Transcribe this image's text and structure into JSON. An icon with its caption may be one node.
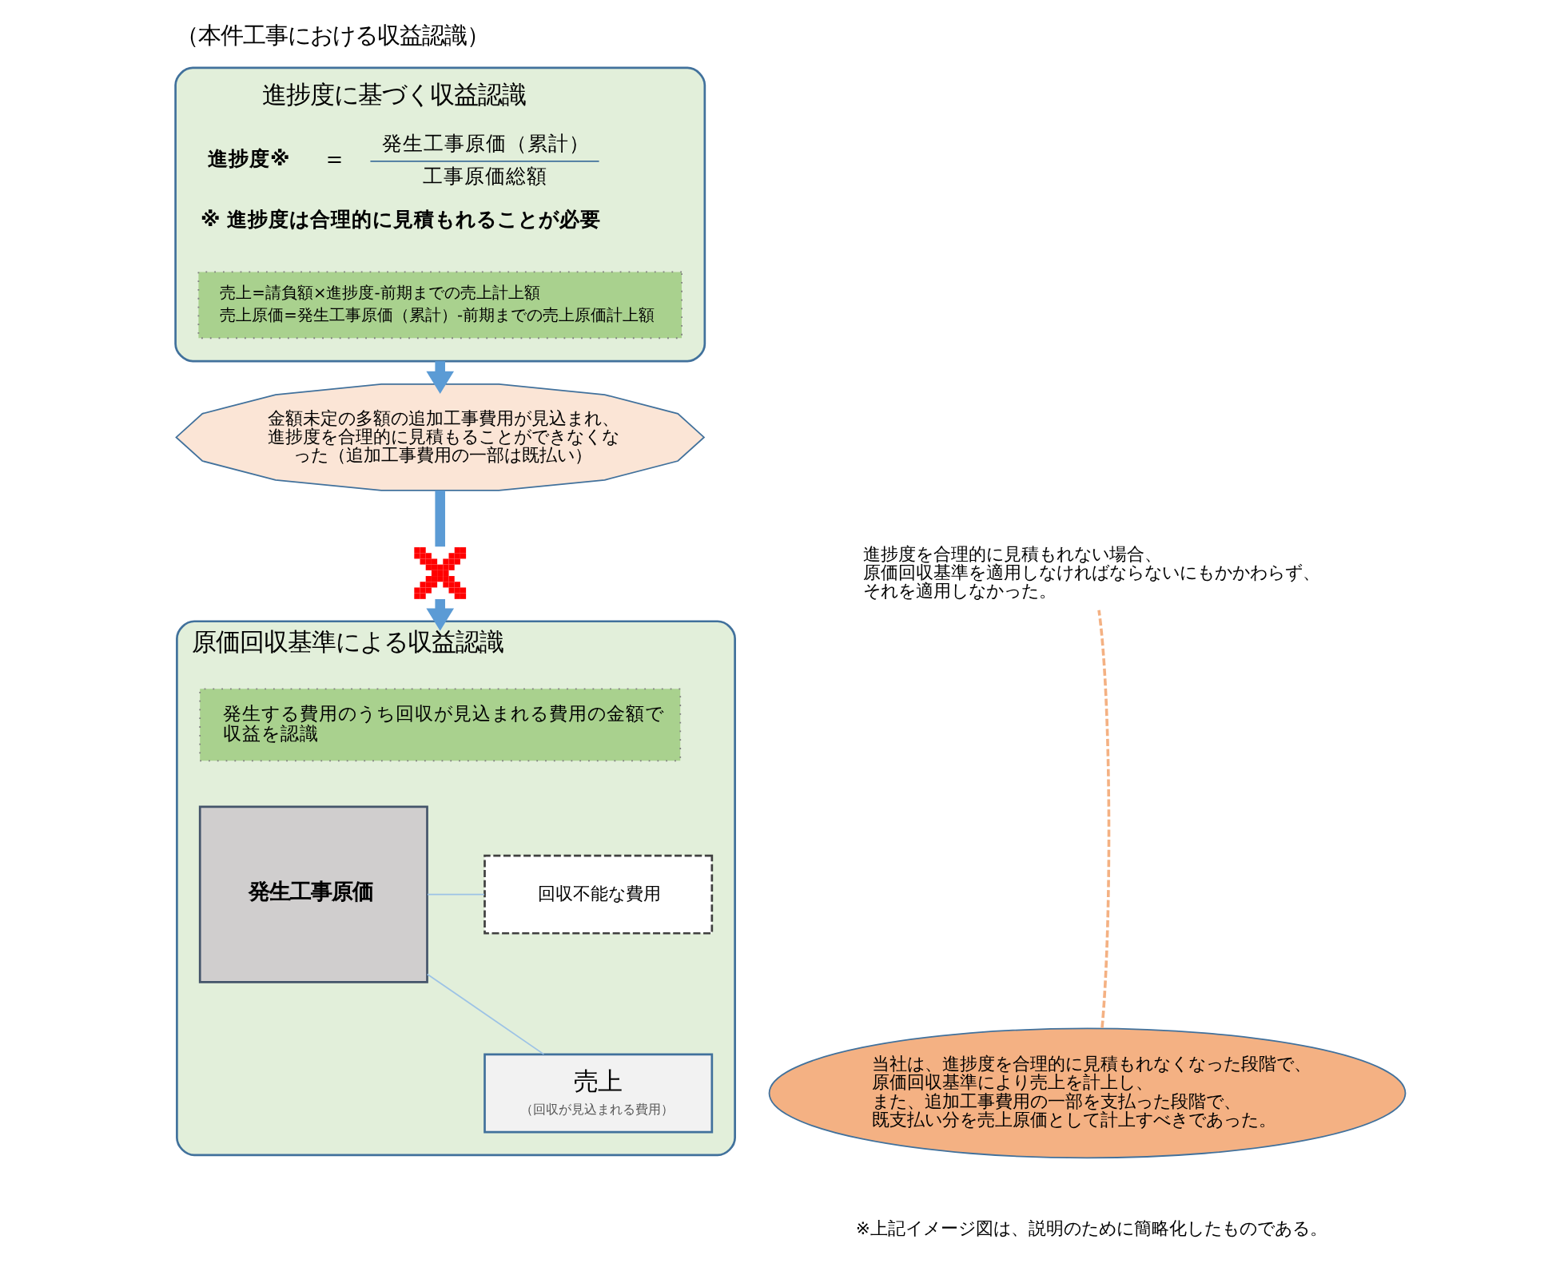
{
  "diagram": {
    "title": "（本件工事における収益認識）",
    "caption": "※上記イメージ図は、説明のために簡略化したものである。",
    "nodes": [
      {
        "text": [
          "進捗度に基づく収益認識",
          "進捗度※",
          "＝",
          "発生工事原価（累計）",
          "工事原価総額",
          "※ 進捗度は合理的に見積もれることが必要"
        ]
      },
      {
        "text": [
          "売上=請負額×進捗度-前期までの売上計上額",
          "売上原価=発生工事原価（累計）-前期までの売上原価計上額"
        ],
        "in": 0
      },
      {
        "text": [
          "金額未定の多額の追加工事費用が見込まれ、進捗度を合理的に見積もることができなくなった（追加工事費用の一部は既払い）"
        ]
      },
      {
        "text": [],
        "shape": "cross"
      },
      {
        "text": [
          "進捗度を合理的に見積もれない場合、原価回収基準を適用しなければならないにもかかわらず、それを適用しなかった。"
        ]
      },
      {
        "text": [
          "原価回収基準による収益認識"
        ]
      },
      {
        "text": [
          "発生する費用のうち回収が見込まれる費用の金額で収益を認識"
        ],
        "in": 5
      },
      {
        "text": [
          "発生工事原価"
        ],
        "in": 5
      },
      {
        "text": [
          "回収不能な費用"
        ],
        "in": 5
      },
      {
        "text": [
          "売上",
          "（回収が見込まれる費用）"
        ],
        "in": 5
      },
      {
        "text": [
          "当社は、進捗度を合理的に見積もれなくなった段階で、原価回収基準により売上を計上し、また、追加工事費用の一部を支払った段階で、既支払い分を売上原価として計上すべきであった。"
        ]
      }
    ],
    "edges": [
      {
        "from": 0,
        "to": 2,
        "arrow": "to",
        "style": "thick"
      },
      {
        "from": 2,
        "to": 3,
        "arrow": "none",
        "style": "thick"
      },
      {
        "from": 3,
        "to": 5,
        "arrow": "to",
        "style": "thick"
      },
      {
        "from": 7,
        "to": 8,
        "arrow": "none",
        "color": "#9dc3e6"
      },
      {
        "from": 7,
        "to": 9,
        "arrow": "none",
        "color": "#9dc3e6"
      },
      {
        "from": 10,
        "to": 4,
        "arrow": "none",
        "style": "dashed",
        "color": "#f4b183"
      }
    ]
  }
}
